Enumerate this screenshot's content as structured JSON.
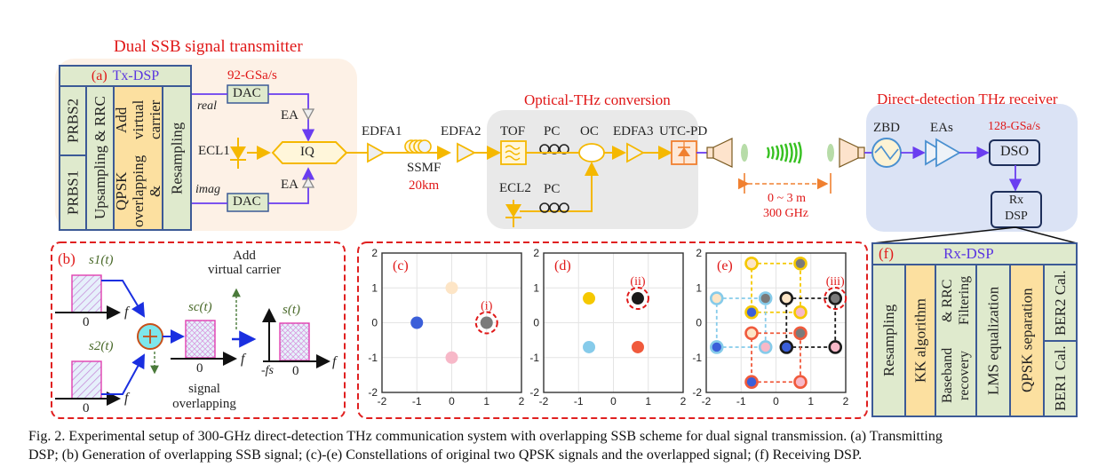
{
  "transmitter": {
    "title": "Dual SSB signal transmitter",
    "panel_label": "(a)",
    "dsp_title": "Tx-DSP",
    "dsp_blocks": [
      "PRBS2",
      "PRBS1",
      "Upsampling & RRC",
      "QPSK overlapping & Add virtual carrier",
      "Resampling"
    ],
    "qpsk_line1": "QPSK overlapping &",
    "qpsk_line2": "Add virtual carrier",
    "sample_rate": "92-GSa/s",
    "dac_top": "DAC",
    "dac_bottom": "DAC",
    "real_label": "real",
    "imag_label": "imag",
    "ea_top": "EA",
    "ea_bottom": "EA",
    "laser": "ECL1",
    "modulator": "IQ"
  },
  "fiber_link": {
    "edfa1": "EDFA1",
    "edfa2": "EDFA2",
    "fiber": "SSMF",
    "fiber_length": "20km"
  },
  "optical_thz": {
    "title": "Optical-THz conversion",
    "filter": "TOF",
    "pc_top": "PC",
    "pc_bottom": "PC",
    "coupler": "OC",
    "edfa3": "EDFA3",
    "photodiode": "UTC-PD",
    "laser2": "ECL2"
  },
  "wireless": {
    "distance": "0 ~ 3 m",
    "frequency": "300 GHz"
  },
  "receiver": {
    "title": "Direct-detection THz receiver",
    "detector": "ZBD",
    "amps": "EAs",
    "sample_rate": "128-GSa/s",
    "scope": "DSO",
    "rxdsp_line1": "Rx",
    "rxdsp_line2": "DSP"
  },
  "panel_b": {
    "label": "(b)",
    "s1": "s1(t)",
    "s2": "s2(t)",
    "sc": "sc(t)",
    "s": "s(t)",
    "axis_f": "f",
    "zero": "0",
    "neg_fs": "-fs",
    "add_vc_line1": "Add",
    "add_vc_line2": "virtual carrier",
    "overlap_line1": "signal",
    "overlap_line2": "overlapping"
  },
  "panel_f": {
    "label": "(f)",
    "title": "Rx-DSP",
    "blocks": [
      "Resampling",
      "KK algorithm",
      "Baseband recovery & RRC Filtering",
      "LMS equalization",
      "QPSK separation",
      "BER2 Cal.",
      "BER1 Cal."
    ],
    "baseband_line1": "Baseband recovery",
    "baseband_line2": "& RRC Filtering"
  },
  "chart_data": [
    {
      "type": "scatter",
      "title": "(c)",
      "xlim": [
        -2,
        2
      ],
      "ylim": [
        -2,
        2
      ],
      "xticks": [
        "-2",
        "-1",
        "0",
        "1",
        "2"
      ],
      "yticks": [
        "2",
        "1",
        "0",
        "-1",
        "-2"
      ],
      "grid": true,
      "annotation": "(i)",
      "points": [
        {
          "x": 0,
          "y": 1,
          "color": "#fde5c6"
        },
        {
          "x": -1,
          "y": 0,
          "color": "#3b5fd9"
        },
        {
          "x": 1,
          "y": 0,
          "color": "#7a7a7a",
          "highlight": true
        },
        {
          "x": 0,
          "y": -1,
          "color": "#f7b8c8"
        }
      ]
    },
    {
      "type": "scatter",
      "title": "(d)",
      "xlim": [
        -2,
        2
      ],
      "ylim": [
        -2,
        2
      ],
      "xticks": [
        "-2",
        "-1",
        "0",
        "1",
        "2"
      ],
      "yticks": [
        "2",
        "1",
        "0",
        "-1",
        "-2"
      ],
      "grid": true,
      "annotation": "(ii)",
      "points": [
        {
          "x": -0.7,
          "y": 0.7,
          "color": "#f5c800"
        },
        {
          "x": 0.7,
          "y": 0.7,
          "color": "#1a1a1a",
          "highlight": true
        },
        {
          "x": -0.7,
          "y": -0.7,
          "color": "#86cbea"
        },
        {
          "x": 0.7,
          "y": -0.7,
          "color": "#f05a3c"
        }
      ]
    },
    {
      "type": "scatter",
      "title": "(e)",
      "xlim": [
        -2,
        2
      ],
      "ylim": [
        -2,
        2
      ],
      "xticks": [
        "-2",
        "-1",
        "0",
        "1",
        "2"
      ],
      "yticks": [
        "2",
        "1",
        "0",
        "-1",
        "-2"
      ],
      "grid": true,
      "annotation": "(iii)",
      "clusters": [
        {
          "ring": "#f5c800",
          "points": [
            {
              "x": -0.7,
              "y": 1.7,
              "fill": "#fde5c6"
            },
            {
              "x": 0.7,
              "y": 1.7,
              "fill": "#7a7a7a"
            },
            {
              "x": 0.7,
              "y": 0.3,
              "fill": "#f7b8c8"
            },
            {
              "x": -0.7,
              "y": 0.3,
              "fill": "#3b5fd9"
            }
          ]
        },
        {
          "ring": "#86cbea",
          "points": [
            {
              "x": -1.7,
              "y": 0.7,
              "fill": "#fde5c6"
            },
            {
              "x": -0.3,
              "y": 0.7,
              "fill": "#7a7a7a"
            },
            {
              "x": -0.3,
              "y": -0.7,
              "fill": "#f7b8c8"
            },
            {
              "x": -1.7,
              "y": -0.7,
              "fill": "#3b5fd9"
            }
          ]
        },
        {
          "ring": "#1a1a1a",
          "points": [
            {
              "x": 0.3,
              "y": 0.7,
              "fill": "#fde5c6"
            },
            {
              "x": 1.7,
              "y": 0.7,
              "fill": "#7a7a7a",
              "highlight": true
            },
            {
              "x": 1.7,
              "y": -0.7,
              "fill": "#f7b8c8"
            },
            {
              "x": 0.3,
              "y": -0.7,
              "fill": "#3b5fd9"
            }
          ]
        },
        {
          "ring": "#f05a3c",
          "points": [
            {
              "x": -0.7,
              "y": -0.3,
              "fill": "#fde5c6"
            },
            {
              "x": 0.7,
              "y": -0.3,
              "fill": "#7a7a7a"
            },
            {
              "x": 0.7,
              "y": -1.7,
              "fill": "#f7b8c8"
            },
            {
              "x": -0.7,
              "y": -1.7,
              "fill": "#3b5fd9"
            }
          ]
        }
      ]
    }
  ],
  "caption": {
    "line1": "Fig. 2. Experimental setup of 300-GHz direct-detection THz communication system with overlapping SSB scheme for dual signal transmission. (a) Transmitting",
    "line2": "DSP; (b) Generation of overlapping SSB signal; (c)-(e) Constellations of original two QPSK signals and the overlapped signal; (f) Receiving DSP."
  }
}
